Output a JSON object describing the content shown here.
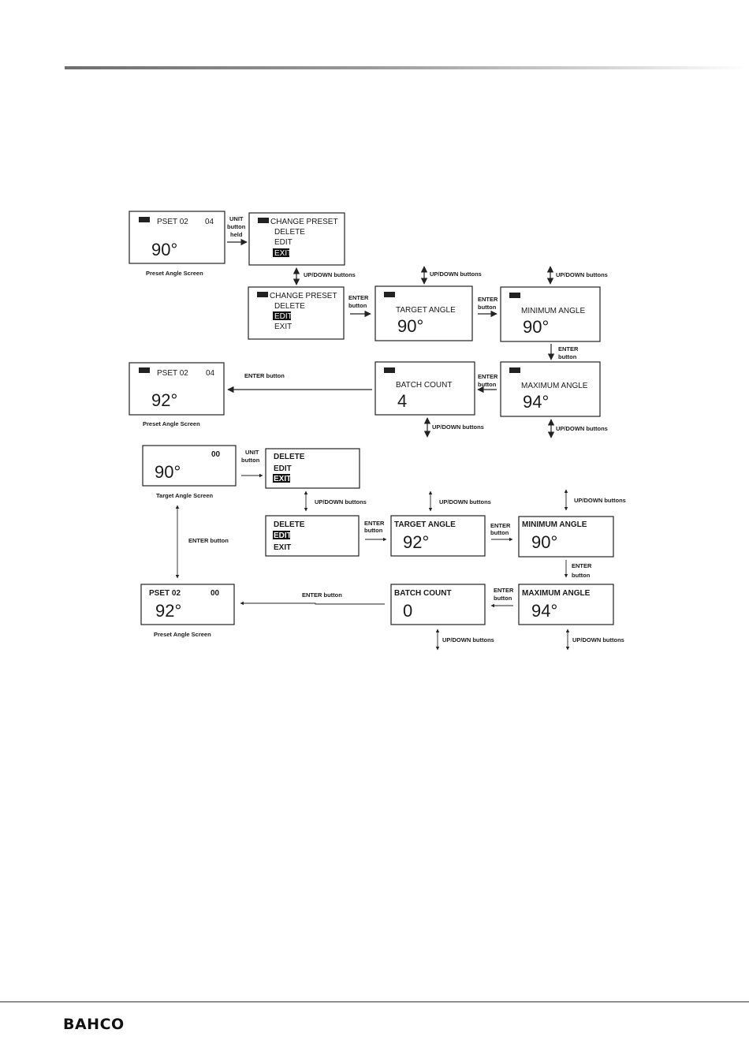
{
  "brand": "BAHCO",
  "flow1": {
    "screen_preset_1": {
      "title": "PSET 02",
      "number": "04",
      "angle": "90°",
      "caption": "Preset Angle Screen"
    },
    "menu_exit": {
      "title": "CHANGE PRESET",
      "items": [
        "DELETE",
        "EDIT",
        "EXIT"
      ],
      "selected": "EXIT"
    },
    "menu_edit": {
      "title": "CHANGE PRESET",
      "items": [
        "DELETE",
        "EDIT",
        "EXIT"
      ],
      "selected": "EDIT"
    },
    "target": {
      "label": "TARGET ANGLE",
      "value": "90°"
    },
    "minimum": {
      "label": "MINIMUM ANGLE",
      "value": "90°"
    },
    "maximum": {
      "label": "MAXIMUM ANGLE",
      "value": "94°"
    },
    "batch": {
      "label": "BATCH COUNT",
      "value": "4"
    },
    "screen_preset_2": {
      "title": "PSET 02",
      "number": "04",
      "angle": "92°",
      "caption": "Preset Angle Screen"
    },
    "labels": {
      "unit_held": [
        "UNIT",
        "button",
        "held"
      ],
      "updown": "UP/DOWN buttons",
      "enter": [
        "ENTER",
        "button"
      ],
      "enter_button": "ENTER button"
    }
  },
  "flow2": {
    "screen_target": {
      "number": "00",
      "angle": "90°",
      "caption": "Target Angle Screen"
    },
    "menu_exit": {
      "items": [
        "DELETE",
        "EDIT",
        "EXIT"
      ],
      "selected": "EXIT"
    },
    "menu_edit": {
      "items": [
        "DELETE",
        "EDIT",
        "EXIT"
      ],
      "selected": "EDIT"
    },
    "target": {
      "label": "TARGET ANGLE",
      "value": "92°"
    },
    "minimum": {
      "label": "MINIMUM ANGLE",
      "value": "90°"
    },
    "maximum": {
      "label": "MAXIMUM ANGLE",
      "value": "94°"
    },
    "batch": {
      "label": "BATCH COUNT",
      "value": "0"
    },
    "screen_preset": {
      "title": "PSET 02",
      "number": "00",
      "angle": "92°",
      "caption": "Preset Angle Screen"
    },
    "labels": {
      "unit": [
        "UNIT",
        "button"
      ],
      "updown": "UP/DOWN buttons",
      "enter": [
        "ENTER",
        "button"
      ],
      "enter_button": "ENTER button"
    }
  }
}
